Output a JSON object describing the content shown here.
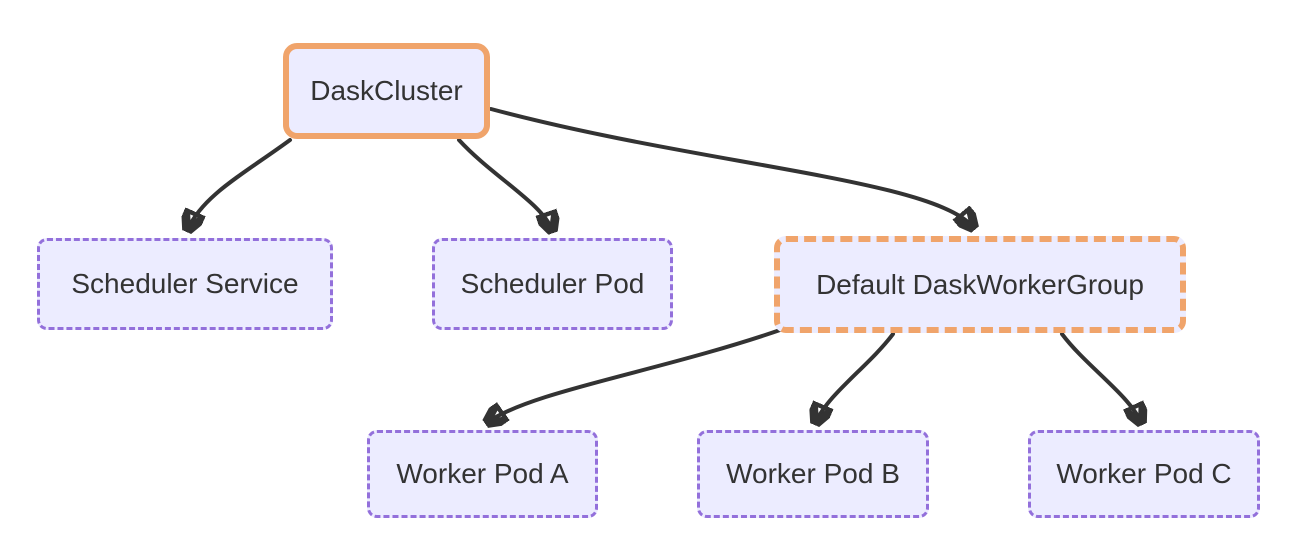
{
  "diagram": {
    "type": "flowchart-top-down",
    "colors": {
      "node_fill": "#ECECFF",
      "orange_border": "#F0A46B",
      "purple_border": "#9370DB",
      "edge_stroke": "#333333",
      "text": "#333333",
      "background": "#ffffff"
    },
    "nodes": {
      "dask_cluster": {
        "label": "DaskCluster",
        "style": "solid-orange"
      },
      "scheduler_service": {
        "label": "Scheduler Service",
        "style": "dashed-purple"
      },
      "scheduler_pod": {
        "label": "Scheduler Pod",
        "style": "dashed-purple"
      },
      "worker_group": {
        "label": "Default DaskWorkerGroup",
        "style": "dashed-orange"
      },
      "worker_pod_a": {
        "label": "Worker Pod A",
        "style": "dashed-purple"
      },
      "worker_pod_b": {
        "label": "Worker Pod B",
        "style": "dashed-purple"
      },
      "worker_pod_c": {
        "label": "Worker Pod C",
        "style": "dashed-purple"
      }
    },
    "edges": [
      {
        "from": "DaskCluster",
        "to": "Scheduler Service",
        "arrow": "filled-triangle"
      },
      {
        "from": "DaskCluster",
        "to": "Scheduler Pod",
        "arrow": "filled-triangle"
      },
      {
        "from": "DaskCluster",
        "to": "Default DaskWorkerGroup",
        "arrow": "filled-triangle"
      },
      {
        "from": "Default DaskWorkerGroup",
        "to": "Worker Pod A",
        "arrow": "filled-triangle"
      },
      {
        "from": "Default DaskWorkerGroup",
        "to": "Worker Pod B",
        "arrow": "filled-triangle"
      },
      {
        "from": "Default DaskWorkerGroup",
        "to": "Worker Pod C",
        "arrow": "filled-triangle"
      }
    ]
  }
}
